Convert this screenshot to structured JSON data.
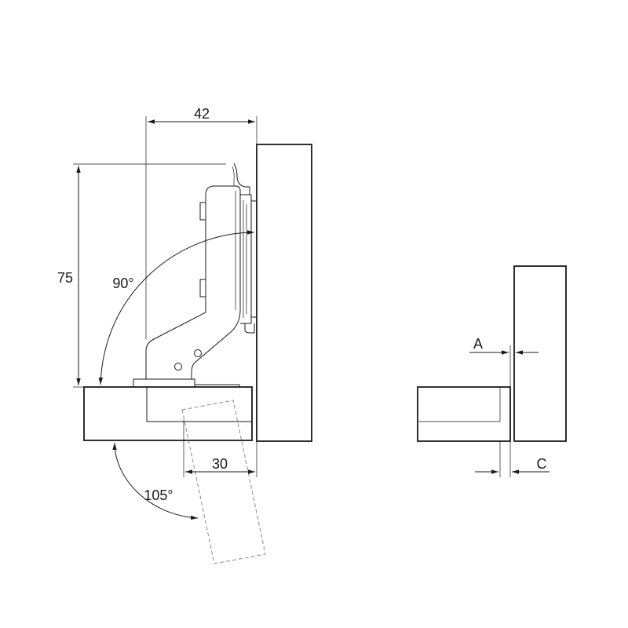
{
  "labels": {
    "dim_42": "42",
    "dim_75": "75",
    "angle_90": "90°",
    "angle_105": "105°",
    "dim_30": "30",
    "dim_a": "A",
    "dim_c": "C"
  }
}
